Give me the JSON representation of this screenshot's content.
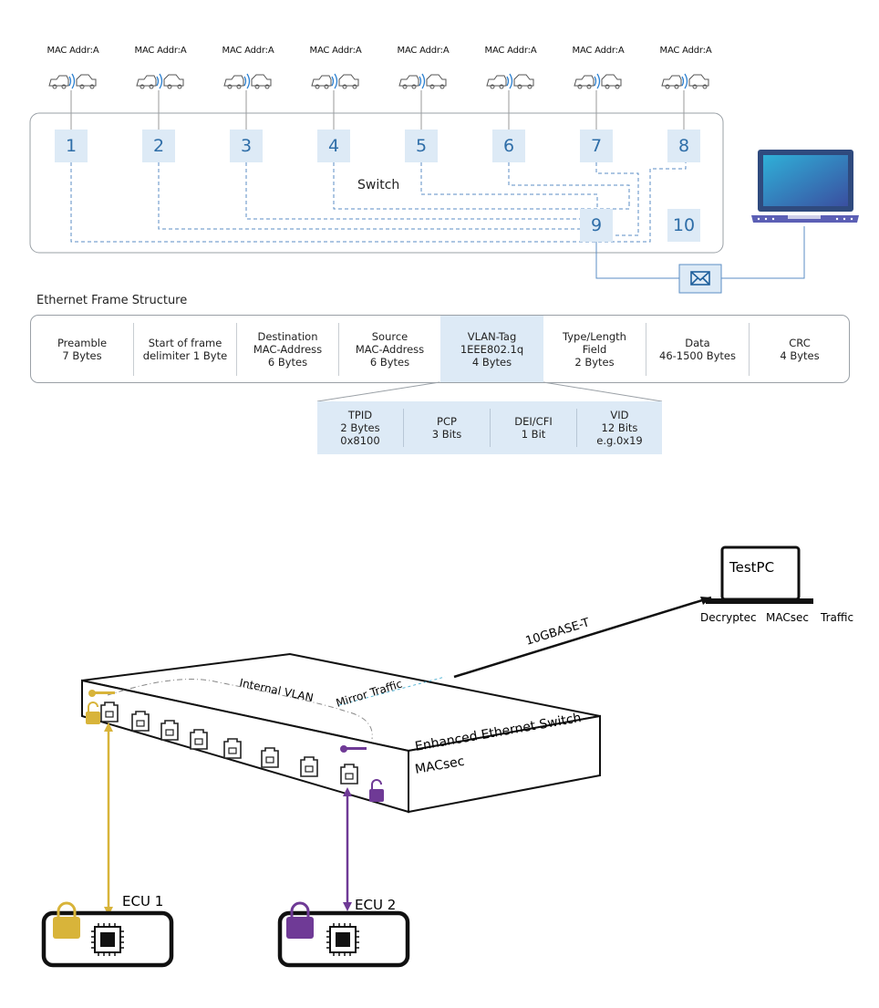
{
  "top_diagram": {
    "mac_labels": [
      "MAC Addr:A",
      "MAC Addr:A",
      "MAC Addr:A",
      "MAC Addr:A",
      "MAC Addr:A",
      "MAC Addr:A",
      "MAC Addr:A",
      "MAC Addr:A"
    ],
    "ports": [
      "1",
      "2",
      "3",
      "4",
      "5",
      "6",
      "7",
      "8",
      "9",
      "10"
    ],
    "switch_label": "Switch",
    "icons": [
      "car-icon",
      "wifi-signal-icon",
      "laptop-icon",
      "envelope-icon"
    ]
  },
  "frame_structure": {
    "title": "Ethernet Frame Structure",
    "fields": [
      "Preamble\n7 Bytes",
      "Start of frame\ndelimiter 1 Byte",
      "Destination\nMAC-Address\n6 Bytes",
      "Source\nMAC-Address\n6 Bytes",
      "VLAN-Tag\n1EEE802.1q\n4 Bytes",
      "Type/Length\nField\n2 Bytes",
      "Data\n46-1500 Bytes",
      "CRC\n4 Bytes"
    ],
    "vlan_fields": [
      "TPID\n2 Bytes\n0x8100",
      "PCP\n3 Bits",
      "DEI/CFI\n1 Bit",
      "VID\n12 Bits\ne.g.0x19"
    ],
    "highlight_color": "#ddeaf6"
  },
  "bottom_diagram": {
    "test_pc_label": "TestPC",
    "decrypted_label": "Decryptec",
    "macsec_label": "MACsec",
    "traffic_label": "Traffic",
    "link_label": "10GBASE-T",
    "internal_vlan_label": "Internal VLAN",
    "mirror_label": "Mirror Traffic",
    "switch_label_1": "Enhanced Ethernet Switch",
    "switch_label_2": "MACsec",
    "ecu1_label": "ECU 1",
    "ecu2_label": "ECU 2",
    "ecu1_color": "#d8b43a",
    "ecu2_color": "#6f3a96",
    "icons": [
      "key-icon",
      "padlock-icon",
      "ethernet-port-icon",
      "chip-icon"
    ]
  }
}
